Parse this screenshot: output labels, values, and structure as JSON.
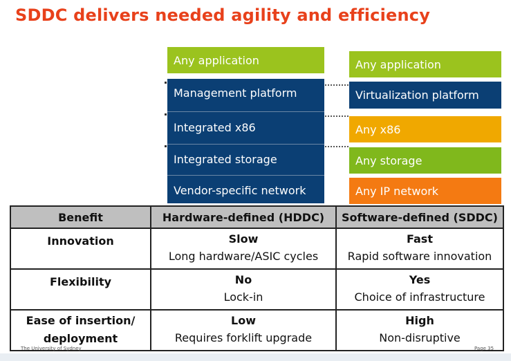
{
  "title": "SDDC delivers needed agility and efficiency",
  "left_stack": {
    "app": "Any application",
    "mgmt": "Management platform",
    "x86": "Integrated x86",
    "storage": "Integrated storage",
    "network": "Vendor-specific network"
  },
  "right_stack": {
    "app": "Any application",
    "virt": "Virtualization platform",
    "x86": "Any x86",
    "storage": "Any storage",
    "network": "Any IP network"
  },
  "colors": {
    "title": "#e8411b",
    "green": "#9bc31e",
    "navy": "#0b3f74",
    "amber": "#f0a800",
    "orange": "#f47a12",
    "table_header": "#bfbfbf"
  },
  "table": {
    "headers": [
      "Benefit",
      "Hardware-defined (HDDC)",
      "Software-defined (SDDC)"
    ],
    "rows": [
      {
        "label": "Innovation",
        "hddc_head": "Slow",
        "hddc_sub": "Long hardware/ASIC cycles",
        "sddc_head": "Fast",
        "sddc_sub": "Rapid software innovation"
      },
      {
        "label": "Flexibility",
        "hddc_head": "No",
        "hddc_sub": "Lock-in",
        "sddc_head": "Yes",
        "sddc_sub": "Choice of infrastructure"
      },
      {
        "label_line1": "Ease of insertion/",
        "label_line2": "deployment",
        "hddc_head": "Low",
        "hddc_sub": "Requires forklift upgrade",
        "sddc_head": "High",
        "sddc_sub": "Non-disruptive"
      }
    ]
  },
  "footer": {
    "left": "The University of Sydney",
    "right": "Page 35"
  }
}
